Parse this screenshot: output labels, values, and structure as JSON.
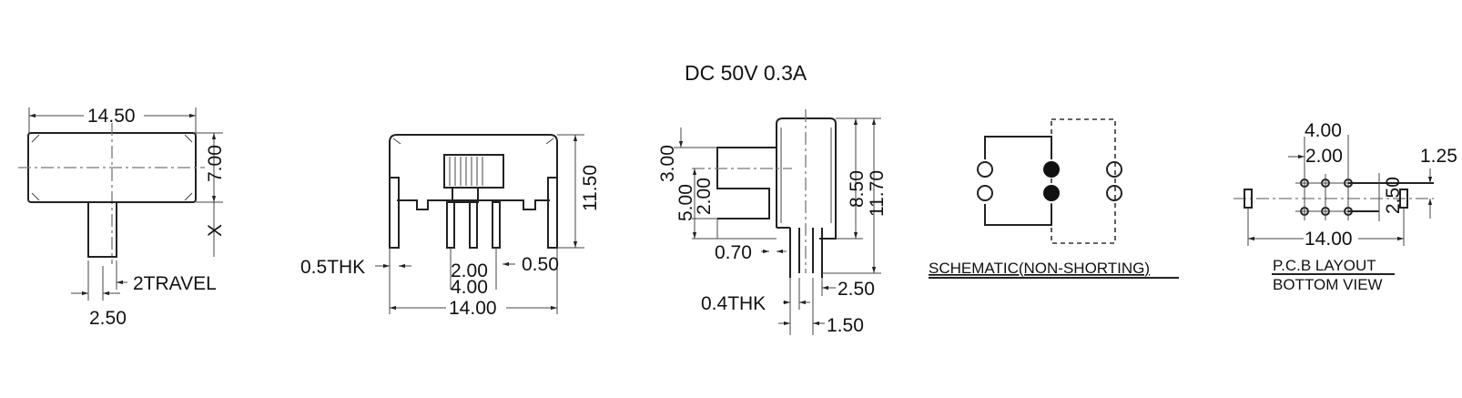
{
  "title": "DC  50V  0.3A",
  "front_view": {
    "width": "14.50",
    "height": "7.00",
    "shaft_length": "X",
    "travel": "2TRAVEL",
    "actuator_width": "2.50"
  },
  "side_view": {
    "height": "11.50",
    "terminal_thickness": "0.5THK",
    "pitch": "2.00",
    "pin_span": "4.00",
    "length": "14.00",
    "tab_width": "0.50"
  },
  "end_view": {
    "actuator_height": "3.00",
    "actuator_offset": "5.00",
    "step_height": "2.00",
    "body_height": "8.50",
    "total_height": "11.70",
    "gap": "0.70",
    "pin_thickness": "0.4THK",
    "row_spacing": "2.50",
    "pin_offset": "1.50"
  },
  "schematic": {
    "caption": "SCHEMATIC(NON-SHORTING)"
  },
  "pcb_layout": {
    "pin_span": "4.00",
    "pitch": "2.00",
    "offset": "1.25",
    "row_spacing": "2.50",
    "length": "14.00",
    "caption_line1": "P.C.B LAYOUT",
    "caption_line2": "BOTTOM VIEW"
  }
}
